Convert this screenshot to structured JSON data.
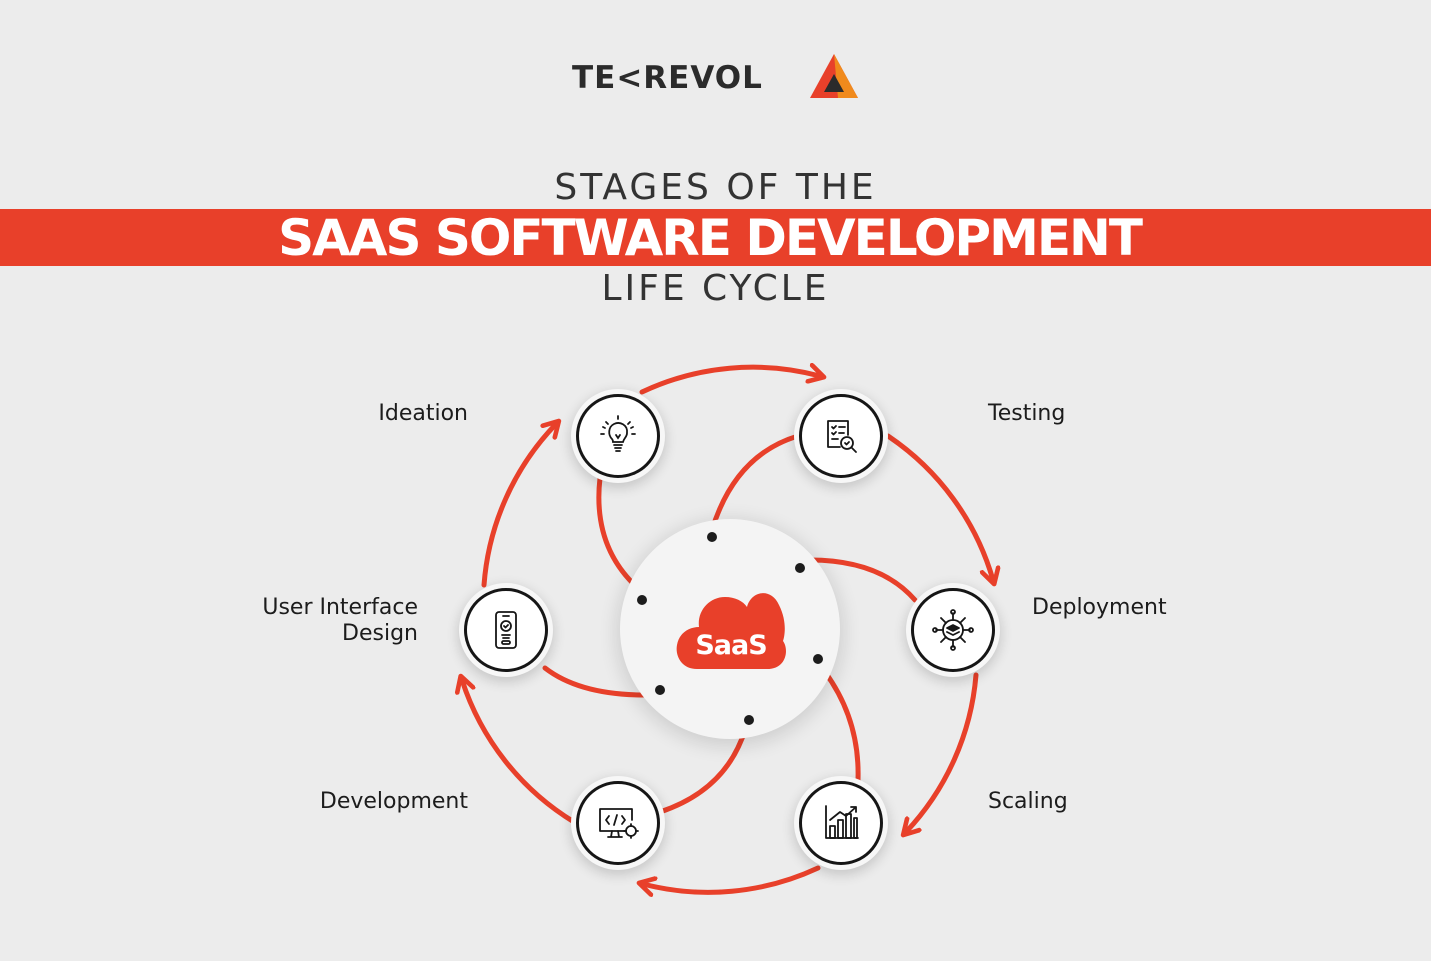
{
  "brand": {
    "logo_text": "TE<REVOL",
    "accent": "#e8402a"
  },
  "title": {
    "line1": "STAGES OF THE",
    "highlight": "SAAS SOFTWARE DEVELOPMENT",
    "line3": "LIFE CYCLE"
  },
  "hub": {
    "label": "SaaS"
  },
  "stages": [
    {
      "label": "Ideation",
      "icon": "lightbulb-icon"
    },
    {
      "label": "Testing",
      "icon": "checklist-search-icon"
    },
    {
      "label": "Deployment",
      "icon": "deployment-hub-icon"
    },
    {
      "label": "Scaling",
      "icon": "bar-chart-icon"
    },
    {
      "label": "Development",
      "icon": "code-monitor-icon"
    },
    {
      "label_line1": "User Interface",
      "label_line2": "Design",
      "icon": "mobile-ui-icon"
    }
  ],
  "colors": {
    "arrow": "#e8402a",
    "node_border": "#161616",
    "background": "#ececec",
    "text": "#1c1c1c"
  }
}
